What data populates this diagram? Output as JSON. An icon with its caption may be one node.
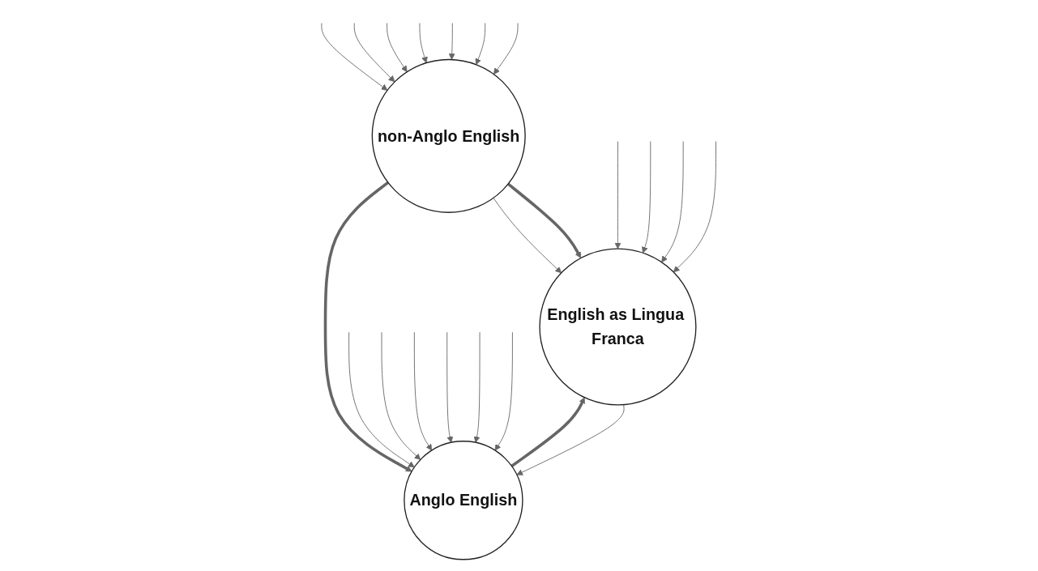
{
  "diagram": {
    "nodes": [
      {
        "text": [
          "English as Lingua Franca"
        ]
      },
      {
        "text": [
          "Anglo English"
        ]
      },
      {
        "text": [
          "non-Anglo English"
        ]
      }
    ],
    "edges": [
      {
        "from": 1,
        "to": 0,
        "arrow": "to",
        "style": "thick"
      },
      {
        "from": 0,
        "to": 1,
        "arrow": "to"
      },
      {
        "from": 2,
        "to": 0,
        "arrow": "to",
        "style": "thick"
      },
      {
        "from": 2,
        "to": 0,
        "arrow": "to"
      },
      {
        "from": 2,
        "to": 1,
        "arrow": "to",
        "style": "thick"
      },
      {
        "from": null,
        "to": 0,
        "arrow": "to"
      },
      {
        "from": null,
        "to": 0,
        "arrow": "to"
      },
      {
        "from": null,
        "to": 0,
        "arrow": "to"
      },
      {
        "from": null,
        "to": 0,
        "arrow": "to"
      },
      {
        "from": null,
        "to": 1,
        "arrow": "to"
      },
      {
        "from": null,
        "to": 1,
        "arrow": "to"
      },
      {
        "from": null,
        "to": 1,
        "arrow": "to"
      },
      {
        "from": null,
        "to": 1,
        "arrow": "to"
      },
      {
        "from": null,
        "to": 1,
        "arrow": "to"
      },
      {
        "from": null,
        "to": 1,
        "arrow": "to"
      },
      {
        "from": null,
        "to": 2,
        "arrow": "to"
      },
      {
        "from": null,
        "to": 2,
        "arrow": "to"
      },
      {
        "from": null,
        "to": 2,
        "arrow": "to"
      },
      {
        "from": null,
        "to": 2,
        "arrow": "to"
      },
      {
        "from": null,
        "to": 2,
        "arrow": "to"
      },
      {
        "from": null,
        "to": 2,
        "arrow": "to"
      },
      {
        "from": null,
        "to": 2,
        "arrow": "to"
      }
    ]
  }
}
